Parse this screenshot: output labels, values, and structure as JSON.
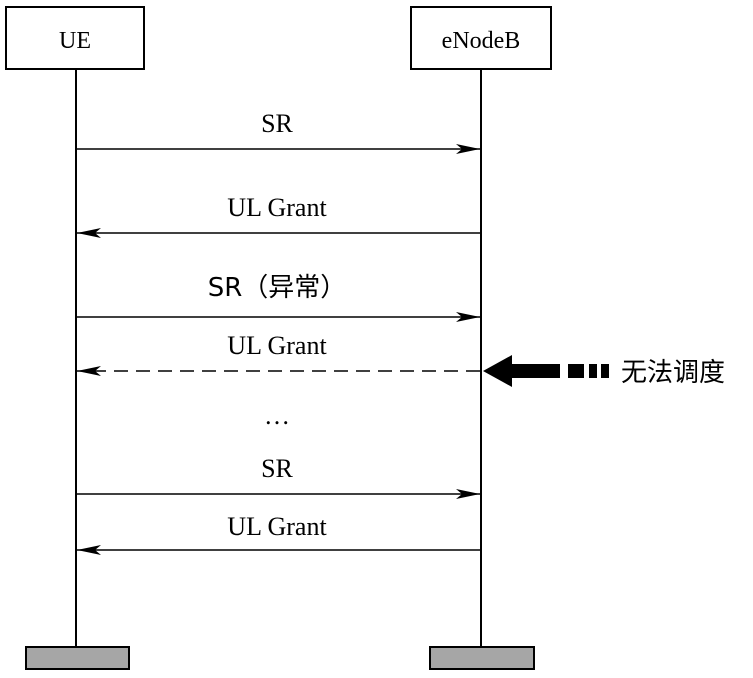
{
  "participants": {
    "ue": "UE",
    "enodeb": "eNodeB"
  },
  "messages": [
    {
      "label": "SR",
      "direction": "UE->eNodeB",
      "style": "solid"
    },
    {
      "label": "UL Grant",
      "direction": "eNodeB->UE",
      "style": "solid"
    },
    {
      "label": "SR（异常）",
      "direction": "UE->eNodeB",
      "style": "solid"
    },
    {
      "label": "UL Grant",
      "direction": "eNodeB->UE",
      "style": "dashed"
    },
    {
      "label": "SR",
      "direction": "UE->eNodeB",
      "style": "solid"
    },
    {
      "label": "UL Grant",
      "direction": "eNodeB->UE",
      "style": "solid"
    }
  ],
  "ellipsis": "…",
  "annotation": "无法调度",
  "colors": {
    "line": "#000000",
    "footer_box": "#a6a6a6"
  }
}
